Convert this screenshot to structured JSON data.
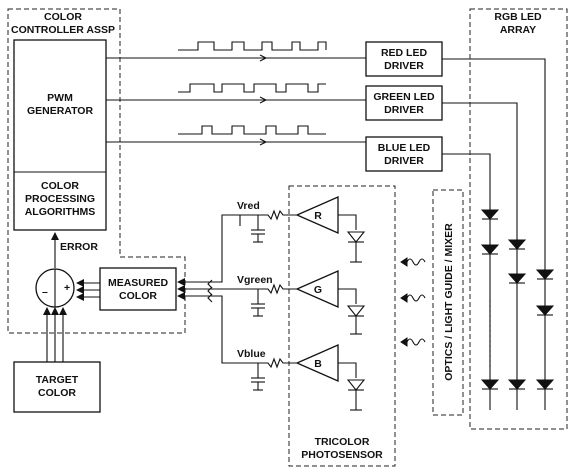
{
  "assp": {
    "title_line1": "COLOR",
    "title_line2": "CONTROLLER ASSP"
  },
  "pwm": {
    "line1": "PWM",
    "line2": "GENERATOR"
  },
  "processing": {
    "line1": "COLOR",
    "line2": "PROCESSING",
    "line3": "ALGORITHMS"
  },
  "error_label": "ERROR",
  "comparator": {
    "plus": "+",
    "minus": "–"
  },
  "measured": {
    "line1": "MEASURED",
    "line2": "COLOR"
  },
  "target": {
    "line1": "TARGET",
    "line2": "COLOR"
  },
  "drivers": [
    {
      "line1": "RED LED",
      "line2": "DRIVER"
    },
    {
      "line1": "GREEN LED",
      "line2": "DRIVER"
    },
    {
      "line1": "BLUE LED",
      "line2": "DRIVER"
    }
  ],
  "rgb_array": {
    "line1": "RGB LED",
    "line2": "ARRAY"
  },
  "voltages": [
    "Vred",
    "Vgreen",
    "Vblue"
  ],
  "amps": [
    "R",
    "G",
    "B"
  ],
  "photosensor": {
    "line1": "TRICOLOR",
    "line2": "PHOTOSENSOR"
  },
  "optics_label": "OPTICS / LIGHT GUIDE / MIXER"
}
